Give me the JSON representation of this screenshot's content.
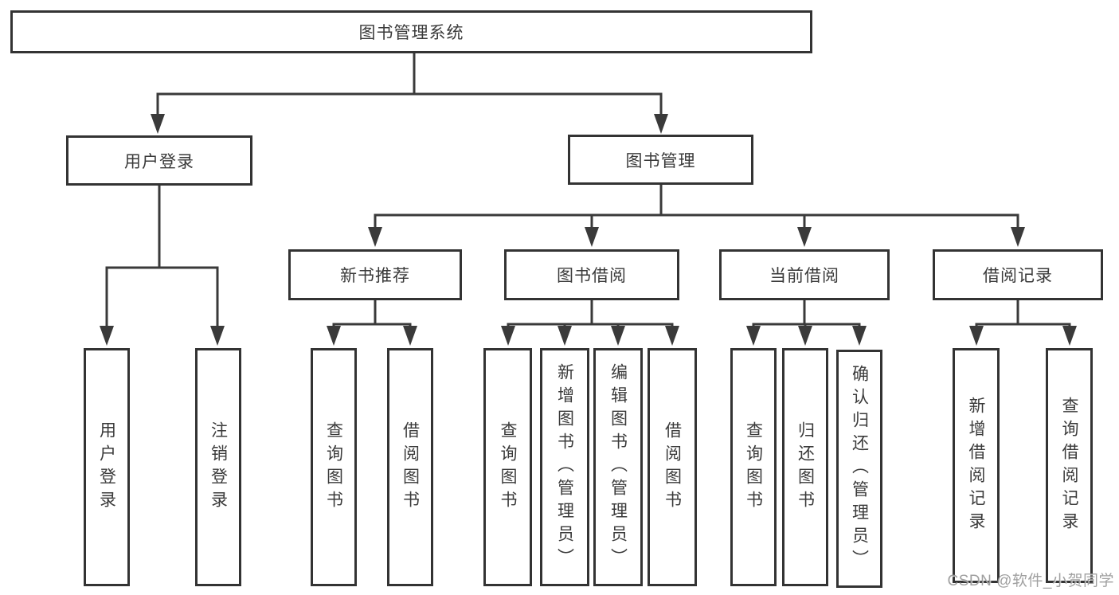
{
  "tree": {
    "root": {
      "label": "图书管理系统"
    },
    "branches": [
      {
        "label": "用户登录",
        "children": [
          {
            "label": "用户登录"
          },
          {
            "label": "注销登录"
          }
        ]
      },
      {
        "label": "图书管理",
        "children": [
          {
            "label": "新书推荐",
            "children": [
              {
                "label": "查询图书"
              },
              {
                "label": "借阅图书"
              }
            ]
          },
          {
            "label": "图书借阅",
            "children": [
              {
                "label": "查询图书"
              },
              {
                "label": "新增图书（管理员）"
              },
              {
                "label": "编辑图书（管理员）"
              },
              {
                "label": "借阅图书"
              }
            ]
          },
          {
            "label": "当前借阅",
            "children": [
              {
                "label": "查询图书"
              },
              {
                "label": "归还图书"
              },
              {
                "label": "确认归还（管理员）"
              }
            ]
          },
          {
            "label": "借阅记录",
            "children": [
              {
                "label": "新增借阅记录"
              },
              {
                "label": "查询借阅记录"
              }
            ]
          }
        ]
      }
    ]
  },
  "watermark": {
    "text": "CSDN @软件_小贺同学"
  },
  "colors": {
    "line": "#3a3a3a",
    "border": "#333333",
    "text": "#3a3a3a",
    "background": "#ffffff",
    "watermark": "#989898"
  }
}
